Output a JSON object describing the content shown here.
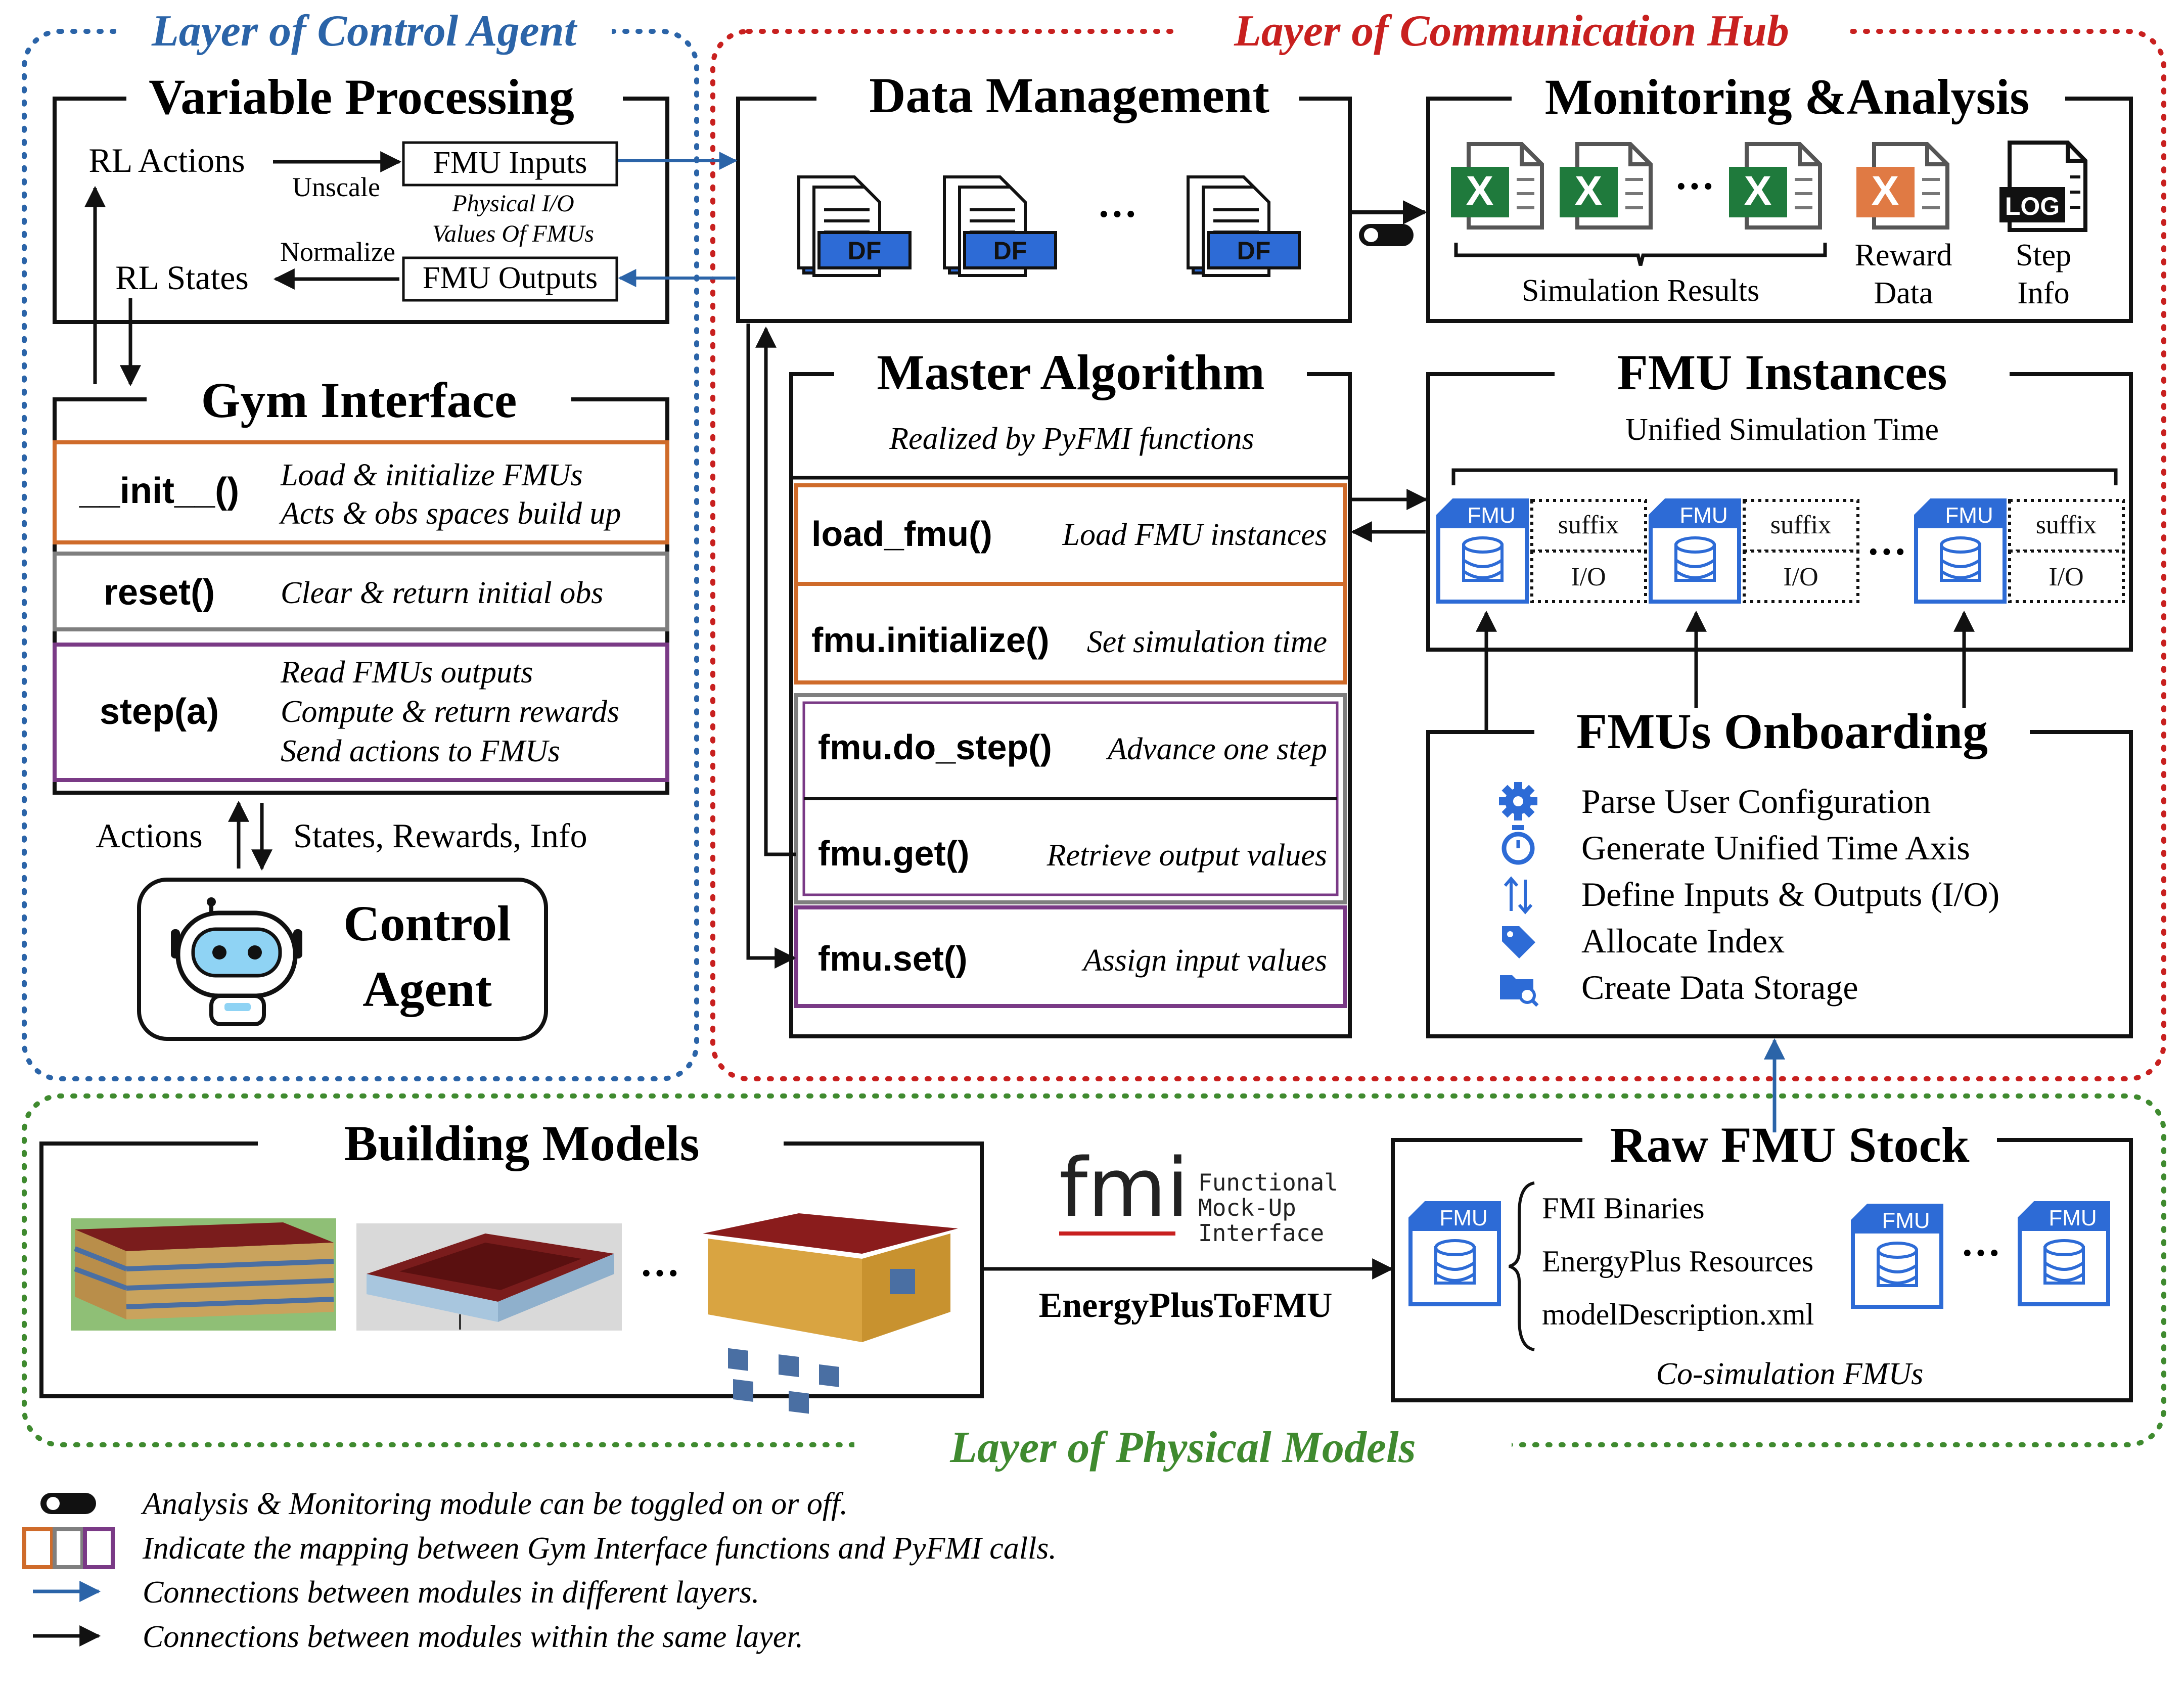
{
  "colors": {
    "control": "#2b64a8",
    "hub": "#c8201f",
    "physical": "#3f8a2f",
    "orange": "#cf6b2a",
    "gray": "#7f7f7f",
    "purple": "#7a3a86",
    "excel": "#1f7a3c",
    "reward": "#e07a44",
    "fmu_blue": "#2d6bd6"
  },
  "layers": {
    "control": "Layer of Control Agent",
    "hub": "Layer of Communication Hub",
    "physical": "Layer of Physical Models"
  },
  "variable_processing": {
    "title": "Variable Processing",
    "rl_actions": "RL Actions",
    "rl_states": "RL States",
    "unscale": "Unscale",
    "normalize": "Normalize",
    "fmu_inputs": "FMU Inputs",
    "fmu_outputs": "FMU Outputs",
    "physical_io": [
      "Physical I/O",
      "Values Of FMUs"
    ]
  },
  "gym": {
    "title": "Gym Interface",
    "functions": [
      {
        "name": "__init__()",
        "desc": [
          "Load & initialize FMUs",
          "Acts & obs spaces build up"
        ],
        "color": "orange"
      },
      {
        "name": "reset()",
        "desc": [
          "Clear & return initial obs"
        ],
        "color": "gray"
      },
      {
        "name": "step(a)",
        "desc": [
          "Read FMUs outputs",
          "Compute & return rewards",
          "Send actions to FMUs"
        ],
        "color": "purple"
      }
    ],
    "actions": "Actions",
    "states": "States, Rewards, Info"
  },
  "agent": {
    "line1": "Control",
    "line2": "Agent"
  },
  "data_management": {
    "title": "Data Management",
    "icon": "DF",
    "ellipsis": "···"
  },
  "monitoring": {
    "title": "Monitoring &Analysis",
    "sim_results": "Simulation Results",
    "reward": [
      "Reward",
      "Data"
    ],
    "step": [
      "Step",
      "Info"
    ],
    "excel_letter": "X",
    "log_label": "LOG",
    "ellipsis": "···"
  },
  "master": {
    "title": "Master Algorithm",
    "subtitle": "Realized by PyFMI functions",
    "calls": [
      {
        "name": "load_fmu()",
        "desc": "Load FMU instances",
        "color": "orange"
      },
      {
        "name": "fmu.initialize()",
        "desc": "Set simulation time",
        "color": "orange"
      },
      {
        "name": "fmu.do_step()",
        "desc": "Advance one step",
        "color": "gray"
      },
      {
        "name": "fmu.get()",
        "desc": "Retrieve output values",
        "color": "gray"
      },
      {
        "name": "fmu.set()",
        "desc": "Assign input values",
        "color": "purple"
      }
    ]
  },
  "fmu_instances": {
    "title": "FMU Instances",
    "subtitle": "Unified Simulation Time",
    "fmu_label": "FMU",
    "suffix": "suffix",
    "io": "I/O",
    "ellipsis": "···"
  },
  "onboarding": {
    "title": "FMUs Onboarding",
    "items": [
      {
        "icon": "gear-icon",
        "text": "Parse User Configuration"
      },
      {
        "icon": "stopwatch-icon",
        "text": "Generate Unified Time Axis"
      },
      {
        "icon": "arrows-updown-icon",
        "text": "Define Inputs & Outputs (I/O)"
      },
      {
        "icon": "tag-icon",
        "text": "Allocate Index"
      },
      {
        "icon": "folder-search-icon",
        "text": "Create Data Storage"
      }
    ]
  },
  "building": {
    "title": "Building Models",
    "ellipsis": "···"
  },
  "fmi": {
    "logo": "fmi",
    "line1": "Functional",
    "line2": "Mock-Up",
    "line3": "Interface",
    "tool": "EnergyPlusToFMU"
  },
  "raw_stock": {
    "title": "Raw FMU Stock",
    "items": [
      "FMI Binaries",
      "EnergyPlus Resources",
      "modelDescription.xml"
    ],
    "caption": "Co-simulation FMUs",
    "fmu_label": "FMU",
    "ellipsis": "···"
  },
  "legend": [
    {
      "key": "toggle",
      "text": "Analysis & Monitoring module can be toggled on or off."
    },
    {
      "key": "boxes",
      "text": "Indicate the mapping between Gym Interface functions and PyFMI calls."
    },
    {
      "key": "blue-arrow",
      "text": "Connections between modules in different layers."
    },
    {
      "key": "black-arrow",
      "text": "Connections between modules within the same layer."
    }
  ]
}
